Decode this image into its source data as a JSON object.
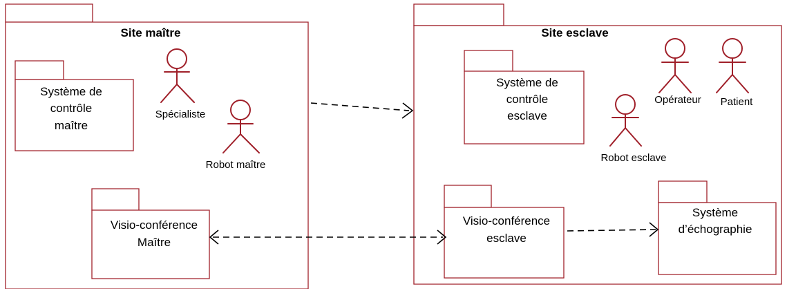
{
  "sites": {
    "master": {
      "title": "Site maître"
    },
    "slave": {
      "title": "Site esclave"
    }
  },
  "packages": {
    "master_control": {
      "lines": [
        "Système de",
        "contrôle",
        "maître"
      ]
    },
    "master_video": {
      "lines": [
        "Visio-conférence",
        "Maître"
      ]
    },
    "slave_control": {
      "lines": [
        "Système de",
        "contrôle",
        "esclave"
      ]
    },
    "slave_video": {
      "lines": [
        "Visio-conférence",
        "esclave"
      ]
    },
    "echography": {
      "lines": [
        "Système",
        "d’échographie"
      ]
    }
  },
  "actors": {
    "specialist": "Spécialiste",
    "robot_master": "Robot maître",
    "operator": "Opérateur",
    "patient": "Patient",
    "robot_slave": "Robot esclave"
  },
  "colors": {
    "uml_stroke": "#a0202a",
    "arrow": "#000000",
    "background": "#ffffff"
  }
}
